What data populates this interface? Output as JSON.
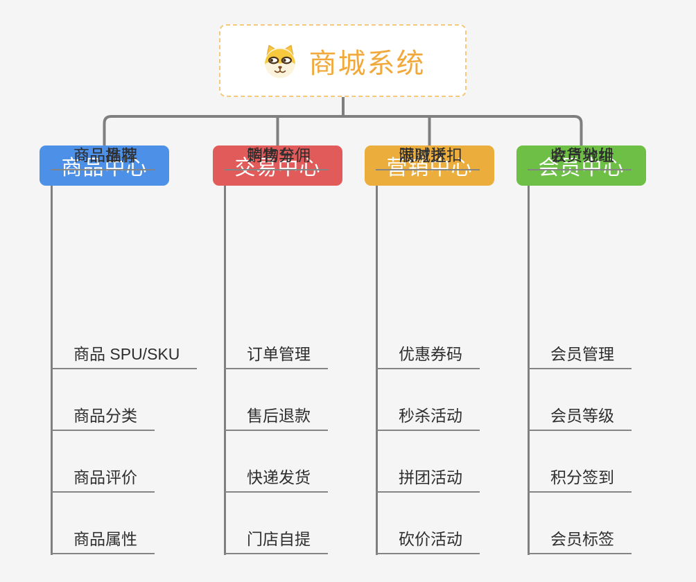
{
  "root": {
    "title": "商城系统",
    "title_color": "#F2A93C",
    "border_color": "#F5C87E",
    "icon": "dog-icon"
  },
  "branches": [
    {
      "label": "商品中心",
      "color": "#4C90E8",
      "items": [
        "商品 SPU/SKU",
        "商品分类",
        "商品评价",
        "商品属性",
        "商品推荐",
        "商品品牌"
      ]
    },
    {
      "label": "交易中心",
      "color": "#E25B5B",
      "items": [
        "订单管理",
        "售后退款",
        "快递发货",
        "门店自提",
        "购物车",
        "销售分佣"
      ]
    },
    {
      "label": "营销中心",
      "color": "#EBAD3C",
      "items": [
        "优惠券码",
        "秒杀活动",
        "拼团活动",
        "砍价活动",
        "限时折扣",
        "满减送"
      ]
    },
    {
      "label": "会员中心",
      "color": "#6DBF45",
      "items": [
        "会员管理",
        "会员等级",
        "积分签到",
        "会员标签",
        "会员分组",
        "收货地址"
      ]
    }
  ],
  "connector_color": "#7F7F7F",
  "background_color": "#F5F5F5"
}
